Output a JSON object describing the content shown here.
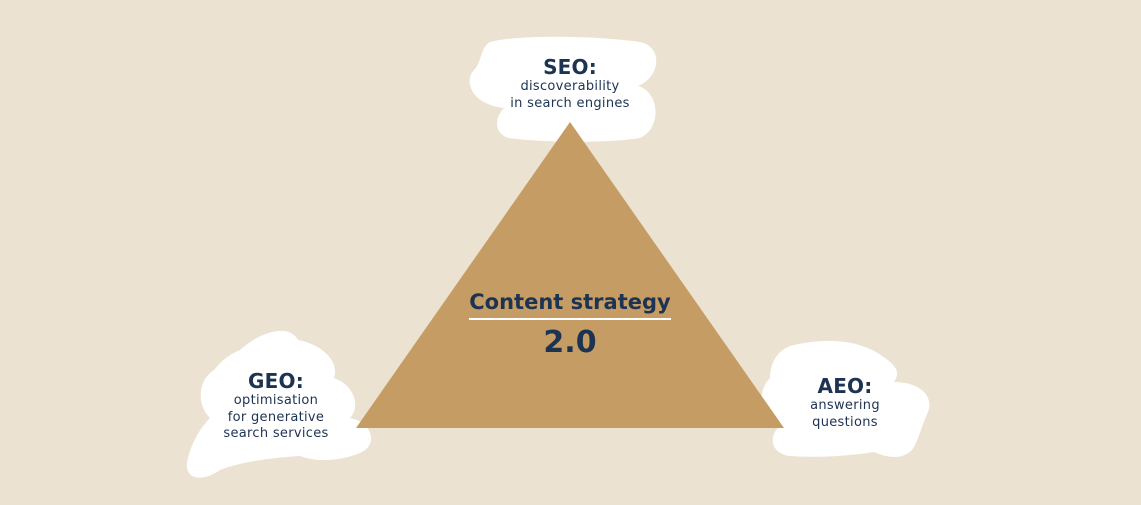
{
  "colors": {
    "background": "#ebe2d1",
    "triangle": "#c59c63",
    "cloud": "#ffffff",
    "text": "#1d3352",
    "underline": "#ffffff"
  },
  "center": {
    "heading": "Content strategy",
    "version": "2.0"
  },
  "nodes": {
    "seo": {
      "heading": "SEO:",
      "lines": [
        "discoverability",
        "in search engines"
      ]
    },
    "geo": {
      "heading": "GEO:",
      "lines": [
        "optimisation",
        "for generative",
        "search services"
      ]
    },
    "aeo": {
      "heading": "AEO:",
      "lines": [
        "answering",
        "questions"
      ]
    }
  }
}
